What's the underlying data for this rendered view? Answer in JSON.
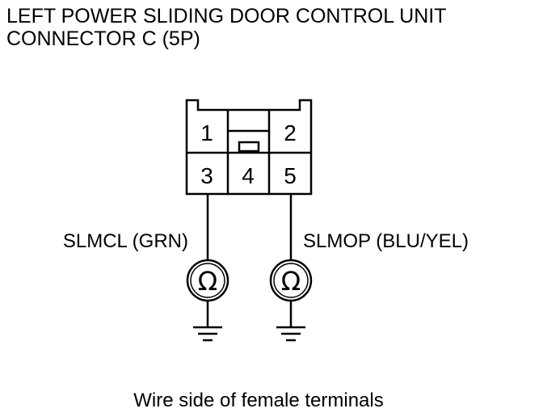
{
  "title": {
    "line1": "LEFT POWER SLIDING DOOR CONTROL UNIT",
    "line2": "CONNECTOR C (5P)"
  },
  "connector": {
    "pins": [
      "1",
      "2",
      "3",
      "4",
      "5"
    ]
  },
  "wires": {
    "left_label": "SLMCL (GRN)",
    "right_label": "SLMOP (BLU/YEL)"
  },
  "meter_symbol": "Ω",
  "caption": "Wire side of female terminals"
}
